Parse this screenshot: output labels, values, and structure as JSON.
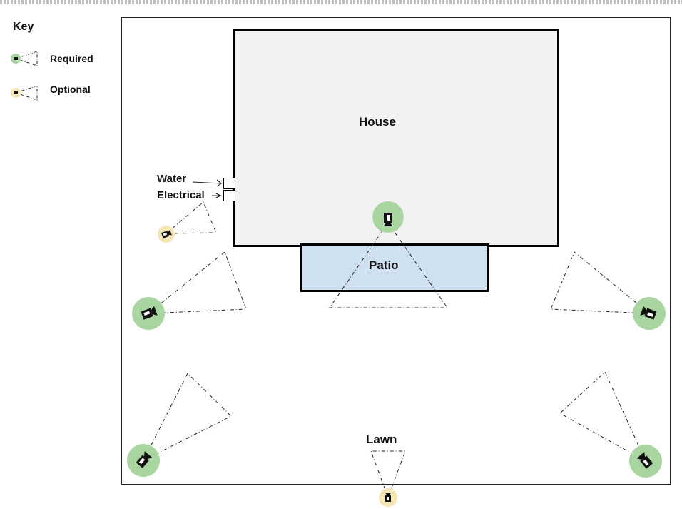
{
  "key": {
    "title": "Key",
    "items": [
      {
        "label": "Required",
        "icon": "camera-icon",
        "color": "#a9d6a0"
      },
      {
        "label": "Optional",
        "icon": "camera-icon",
        "color": "#f7e6b5"
      }
    ]
  },
  "areas": {
    "house": "House",
    "patio": "Patio",
    "lawn": "Lawn"
  },
  "utilities": {
    "water": "Water",
    "electrical": "Electrical"
  },
  "cameras": [
    {
      "status": "Required",
      "location": "house-patio"
    },
    {
      "status": "Optional",
      "location": "west-near-utilities"
    },
    {
      "status": "Required",
      "location": "west-middle"
    },
    {
      "status": "Required",
      "location": "east-middle"
    },
    {
      "status": "Required",
      "location": "southwest-corner"
    },
    {
      "status": "Required",
      "location": "southeast-corner"
    },
    {
      "status": "Optional",
      "location": "south-lawn"
    }
  ],
  "colors": {
    "required": "#a9d6a0",
    "optional": "#f7e6b5",
    "house_fill": "#f2f2f2",
    "patio_fill": "#cfe0f1"
  }
}
